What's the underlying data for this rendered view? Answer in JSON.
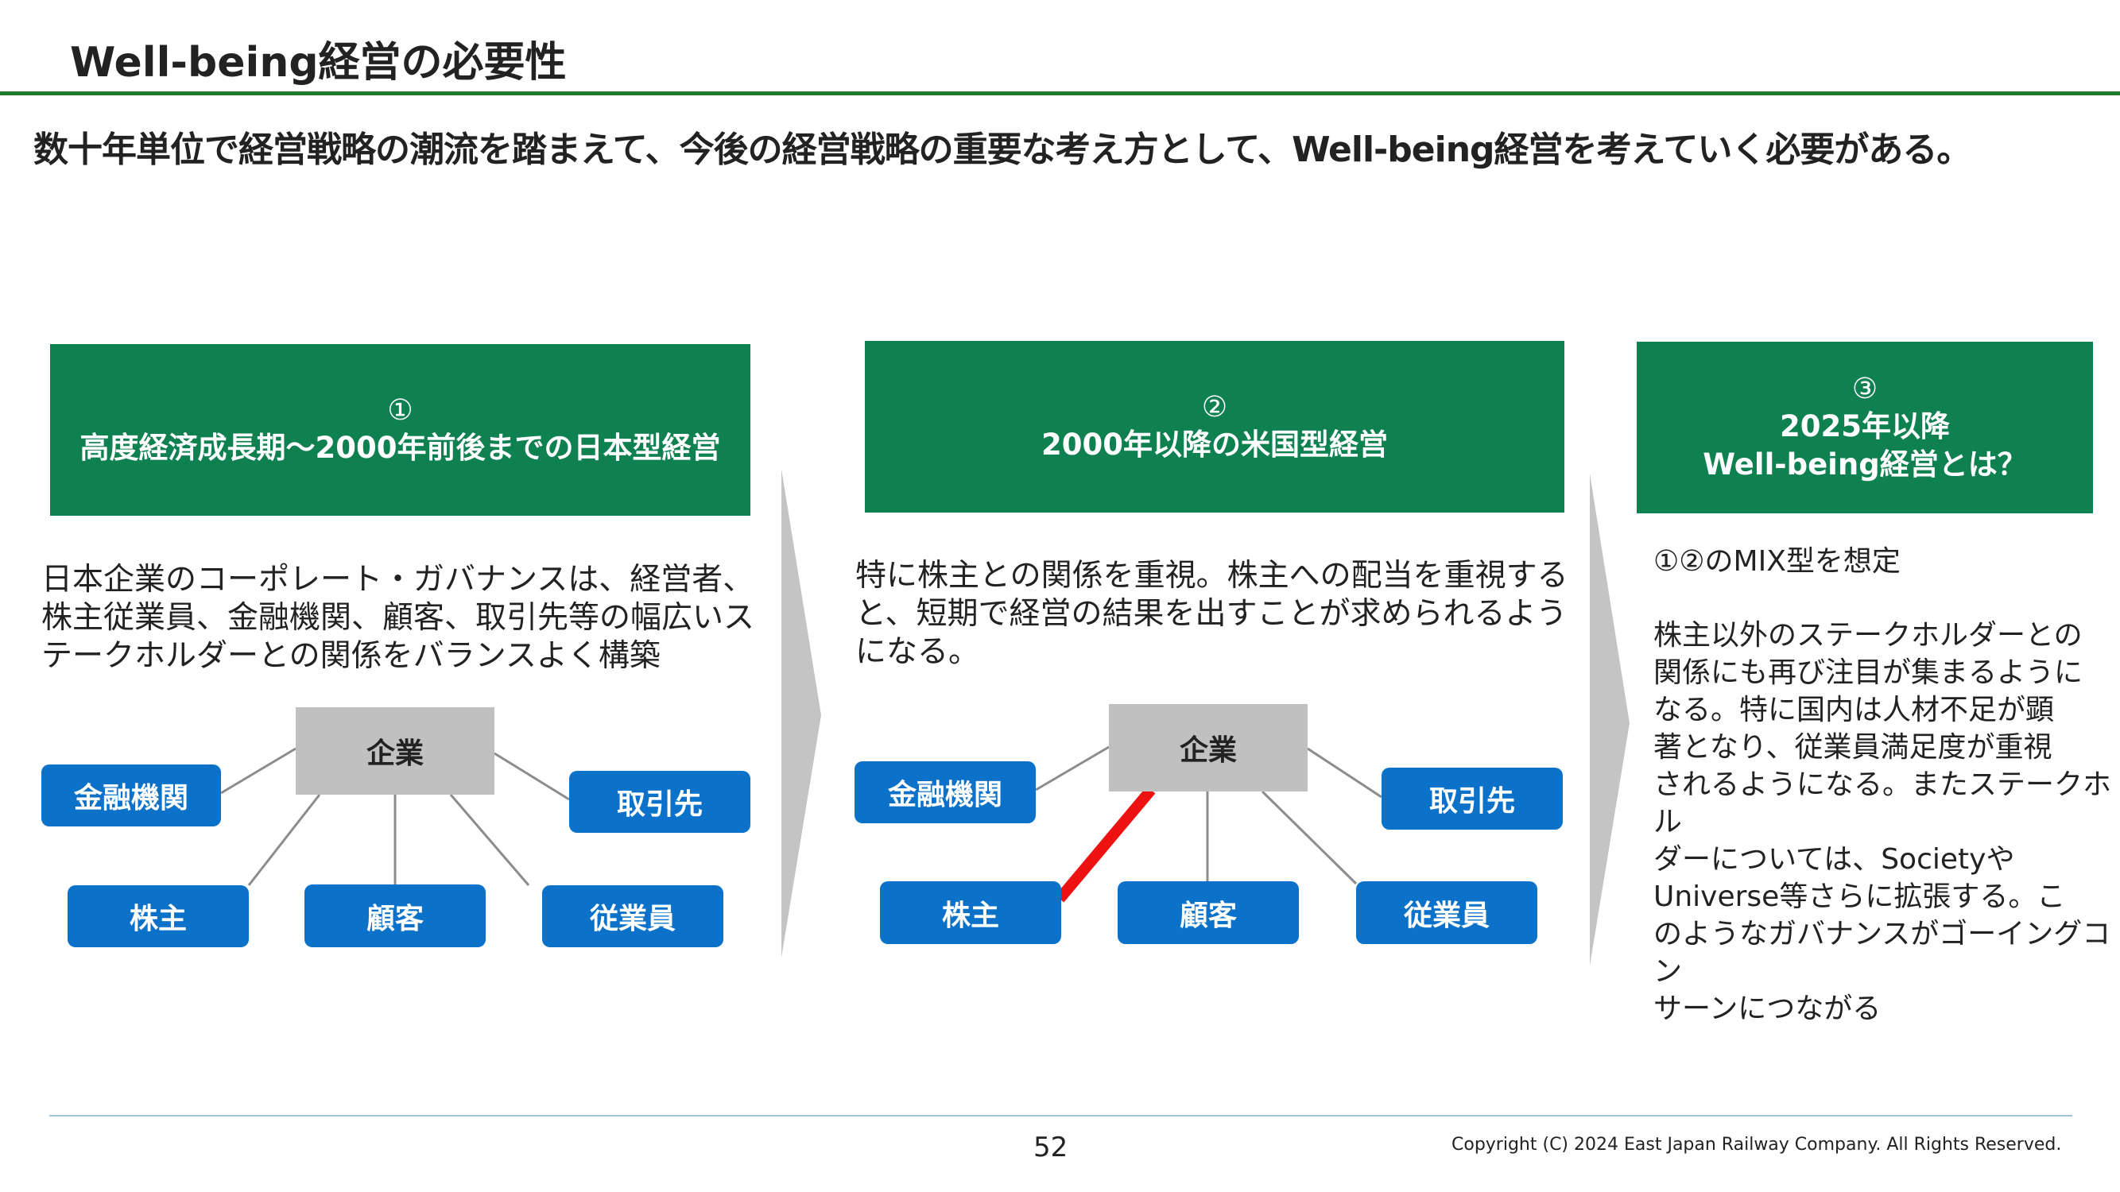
{
  "slide": {
    "title": "Well-being経営の必要性",
    "subtitle": "数十年単位で経営戦略の潮流を踏まえて、今後の経営戦略の重要な考え方として、Well-being経営を考えていく必要がある。"
  },
  "panel1": {
    "num": "①",
    "header": "高度経済成長期～2000年前後までの日本型経営",
    "lines": [
      "日本企業のコーポレート・ガバナンスは、経営者、",
      "株主従業員、金融機関、顧客、取引先等の幅広いス",
      "テークホルダーとの関係をバランスよく構築"
    ],
    "nodes": {
      "center": "企業",
      "finance": "金融機関",
      "partner": "取引先",
      "shareholder": "株主",
      "customer": "顧客",
      "employee": "従業員"
    }
  },
  "panel2": {
    "num": "②",
    "header": "2000年以降の米国型経営",
    "lines": [
      "特に株主との関係を重視。株主への配当を重視する",
      "と、短期で経営の結果を出すことが求められるよう",
      "になる。"
    ],
    "nodes": {
      "center": "企業",
      "finance": "金融機関",
      "partner": "取引先",
      "shareholder": "株主",
      "customer": "顧客",
      "employee": "従業員"
    }
  },
  "panel3": {
    "num": "③",
    "header_line1": "2025年以降",
    "header_line2": "Well-being経営とは？",
    "lead": "①②のMIX型を想定",
    "lines": [
      "株主以外のステークホルダーとの",
      "関係にも再び注目が集まるように",
      "なる。特に国内は人材不足が顕",
      "著となり、従業員満足度が重視",
      "されるようになる。またステークホル",
      "ダーについては、Societyや",
      "Universe等さらに拡張する。こ",
      "のようなガバナンスがゴーイングコン",
      "サーンにつながる"
    ]
  },
  "footer": {
    "page": "52",
    "copyright": "Copyright (C) 2024  East Japan Railway Company. All Rights Reserved."
  },
  "colors": {
    "header_green": "#0f8050",
    "node_blue": "#0b71c9",
    "center_gray": "#c0c0c0",
    "emphasis_red": "#ee1111",
    "arrow_gray": "#c4c4c4"
  }
}
